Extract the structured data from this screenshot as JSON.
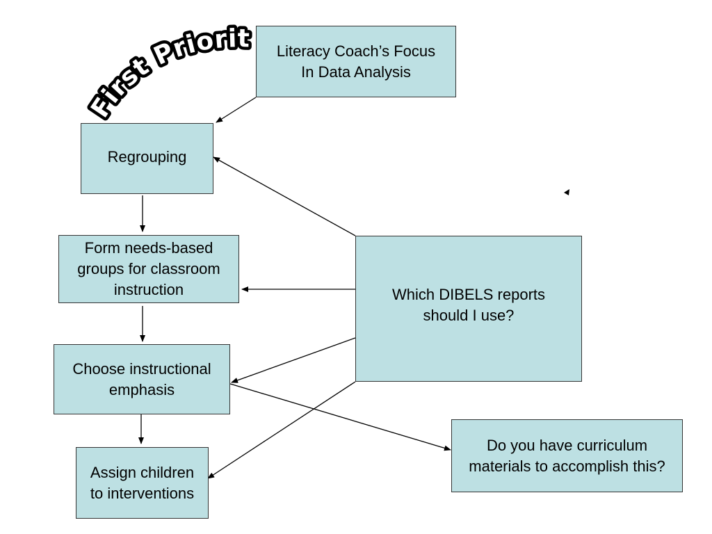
{
  "wordart": {
    "text": "First Priority"
  },
  "boxes": {
    "focus": "Literacy Coach’s Focus\nIn Data Analysis",
    "regrouping": "Regrouping",
    "form_groups": "Form needs-based\ngroups for classroom\ninstruction",
    "choose_emphasis": "Choose instructional\nemphasis",
    "assign_children": "Assign children\nto interventions",
    "which_reports": "Which DIBELS reports\nshould I use?",
    "curriculum": "Do you have curriculum\nmaterials to accomplish this?"
  },
  "colors": {
    "box_fill": "#bde0e3",
    "box_border": "#333333",
    "arrow": "#000000"
  }
}
